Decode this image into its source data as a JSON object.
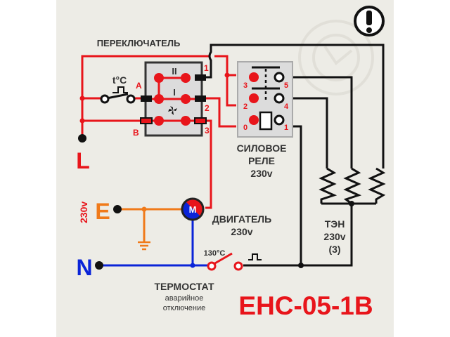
{
  "title": "ЕНС-05-1В",
  "warning_icon": "exclamation-circle-icon",
  "watermark_icon": "gear-wrench-watermark",
  "colors": {
    "phase": "#e8151b",
    "neutral": "#0a24d8",
    "earth": "#f07a1a",
    "wire": "#111111",
    "box_fill": "#dcdcdc",
    "panel": "#edece6"
  },
  "terminals": {
    "L": "L",
    "E": "E",
    "N": "N",
    "supply_voltage": "230v"
  },
  "switch": {
    "label": "ПЕРЕКЛЮЧАТЕЛЬ",
    "pos_II": "II",
    "pos_I": "I",
    "fan_icon": "fan-icon",
    "input_A": "A",
    "input_B": "B",
    "out_1": "1",
    "out_2": "2",
    "out_3": "3"
  },
  "thermo_switch": {
    "label": "t°C"
  },
  "relay": {
    "label_line1": "СИЛОВОЕ",
    "label_line2": "РЕЛЕ",
    "label_line3": "230v",
    "pins_left": [
      "3",
      "2",
      "0"
    ],
    "pins_right": [
      "5",
      "4",
      "1"
    ]
  },
  "heater": {
    "label_line1": "ТЭН",
    "label_line2": "230v",
    "label_line3": "(3)"
  },
  "motor": {
    "symbol": "M",
    "label_line1": "ДВИГАТЕЛЬ",
    "label_line2": "230v"
  },
  "thermostat": {
    "temperature": "130°C",
    "label": "ТЕРМОСТАТ",
    "sub_line1": "аварийное",
    "sub_line2": "отключение"
  }
}
